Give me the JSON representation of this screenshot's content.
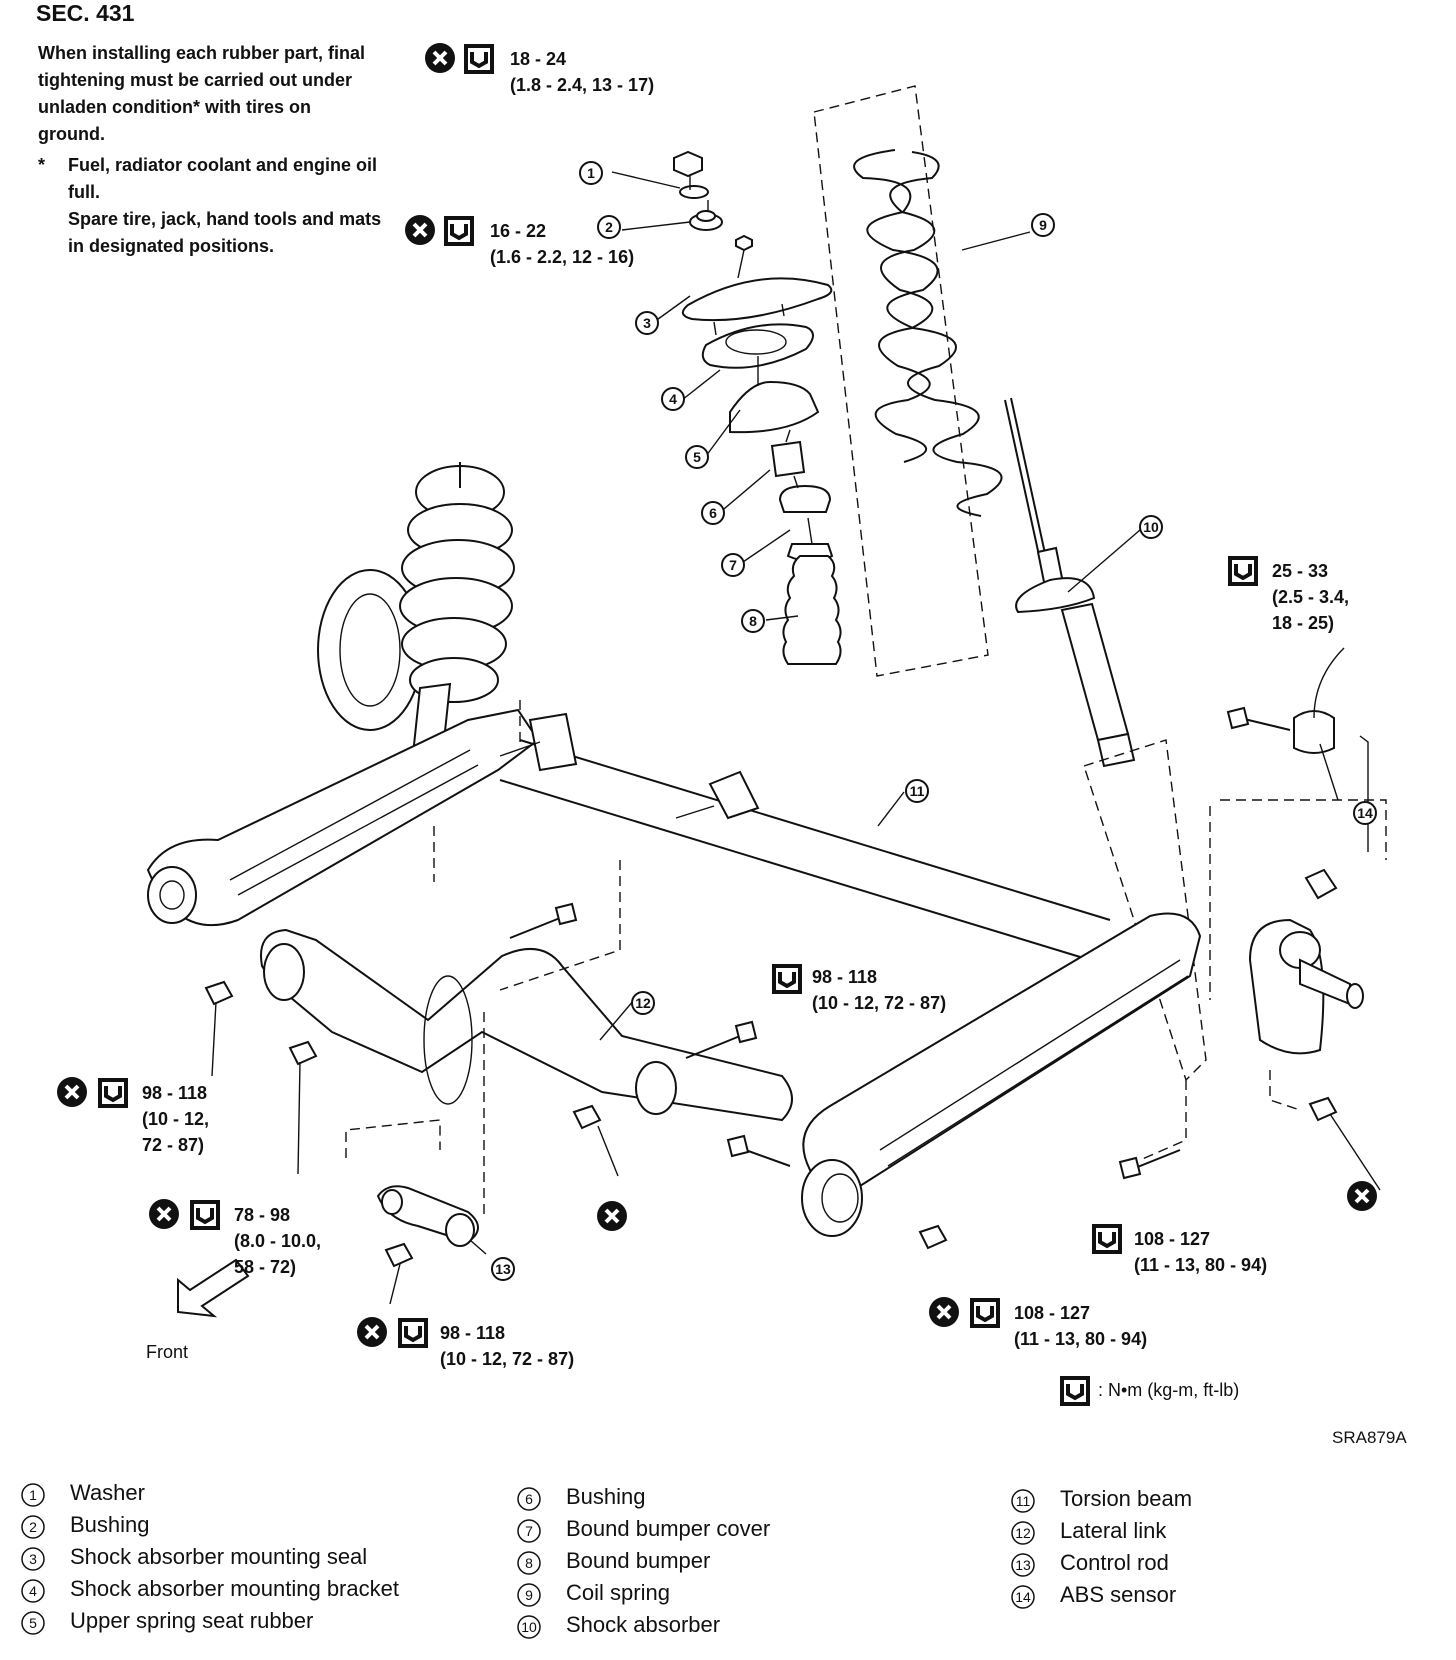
{
  "header": {
    "section": "SEC. 431",
    "install_note": "When installing each rubber part, final tightening must be carried out under unladen condition* with tires on ground.",
    "condition_star": "*",
    "condition_note_1": "Fuel, radiator coolant and engine oil full.",
    "condition_note_2": "Spare tire, jack, hand tools and mats in designated positions."
  },
  "torque_specs": [
    {
      "line1": "18 - 24",
      "line2": "(1.8 - 2.4, 13 - 17)"
    },
    {
      "line1": "16 - 22",
      "line2": "(1.6 - 2.2, 12 - 16)"
    },
    {
      "line1": "25 - 33",
      "line2": "(2.5 - 3.4,",
      "line3": "18 - 25)"
    },
    {
      "line1": "98 - 118",
      "line2": "(10 - 12, 72 - 87)"
    },
    {
      "line1": "98 - 118",
      "line2": "(10 - 12,",
      "line3": "72 - 87)"
    },
    {
      "line1": "78 - 98",
      "line2": "(8.0 - 10.0,",
      "line3": "58 - 72)"
    },
    {
      "line1": "98 - 118",
      "line2": "(10 - 12, 72 - 87)"
    },
    {
      "line1": "108 - 127",
      "line2": "(11 - 13, 80 - 94)"
    },
    {
      "line1": "108 - 127",
      "line2": "(11 - 13, 80 - 94)"
    }
  ],
  "units_note": ": N•m (kg-m, ft-lb)",
  "front_label": "Front",
  "figure_code": "SRA879A",
  "callouts": [
    "①",
    "②",
    "③",
    "④",
    "⑤",
    "⑥",
    "⑦",
    "⑧",
    "⑨",
    "⑩",
    "⑪",
    "⑫",
    "⑬",
    "⑭"
  ],
  "callout_numbers": [
    "1",
    "2",
    "3",
    "4",
    "5",
    "6",
    "7",
    "8",
    "9",
    "10",
    "11",
    "12",
    "13",
    "14"
  ],
  "legend": [
    {
      "num": "1",
      "label": "Washer"
    },
    {
      "num": "2",
      "label": "Bushing"
    },
    {
      "num": "3",
      "label": "Shock absorber mounting seal"
    },
    {
      "num": "4",
      "label": "Shock absorber mounting bracket"
    },
    {
      "num": "5",
      "label": "Upper spring seat rubber"
    },
    {
      "num": "6",
      "label": "Bushing"
    },
    {
      "num": "7",
      "label": "Bound bumper cover"
    },
    {
      "num": "8",
      "label": "Bound bumper"
    },
    {
      "num": "9",
      "label": "Coil spring"
    },
    {
      "num": "10",
      "label": "Shock absorber"
    },
    {
      "num": "11",
      "label": "Torsion beam"
    },
    {
      "num": "12",
      "label": "Lateral link"
    },
    {
      "num": "13",
      "label": "Control rod"
    },
    {
      "num": "14",
      "label": "ABS sensor"
    }
  ],
  "icons": {
    "non_reusable": "non-reusable-part-icon",
    "torque": "torque-wrench-icon"
  }
}
